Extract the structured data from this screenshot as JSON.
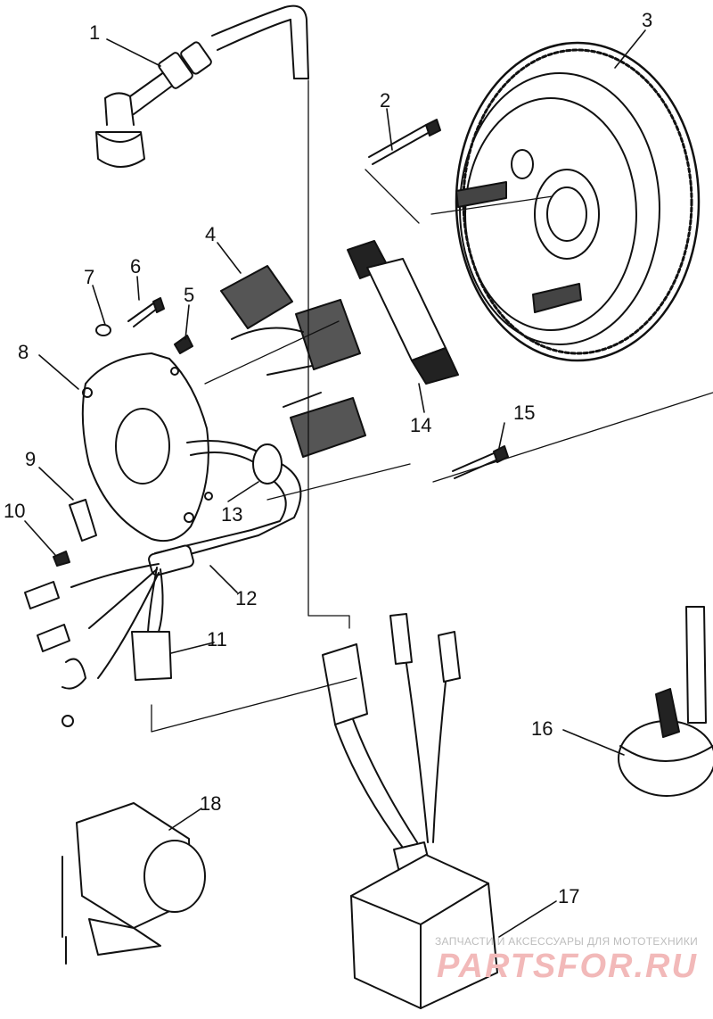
{
  "callouts": {
    "p1": "1",
    "p2": "2",
    "p3": "3",
    "p4": "4",
    "p5": "5",
    "p6": "6",
    "p7": "7",
    "p8": "8",
    "p9": "9",
    "p10": "10",
    "p11": "11",
    "p12": "12",
    "p13": "13",
    "p14": "14",
    "p15": "15",
    "p16": "16",
    "p17": "17",
    "p18": "18"
  },
  "watermark": {
    "tagline": "ЗАПЧАСТИ И АКСЕССУАРЫ ДЛЯ МОТОТЕХНИКИ",
    "brand": "PARTSFOR.RU"
  },
  "colors": {
    "ink": "#111111",
    "watermark_text": "#bdbdbd",
    "watermark_brand": "#f2b9b9"
  }
}
